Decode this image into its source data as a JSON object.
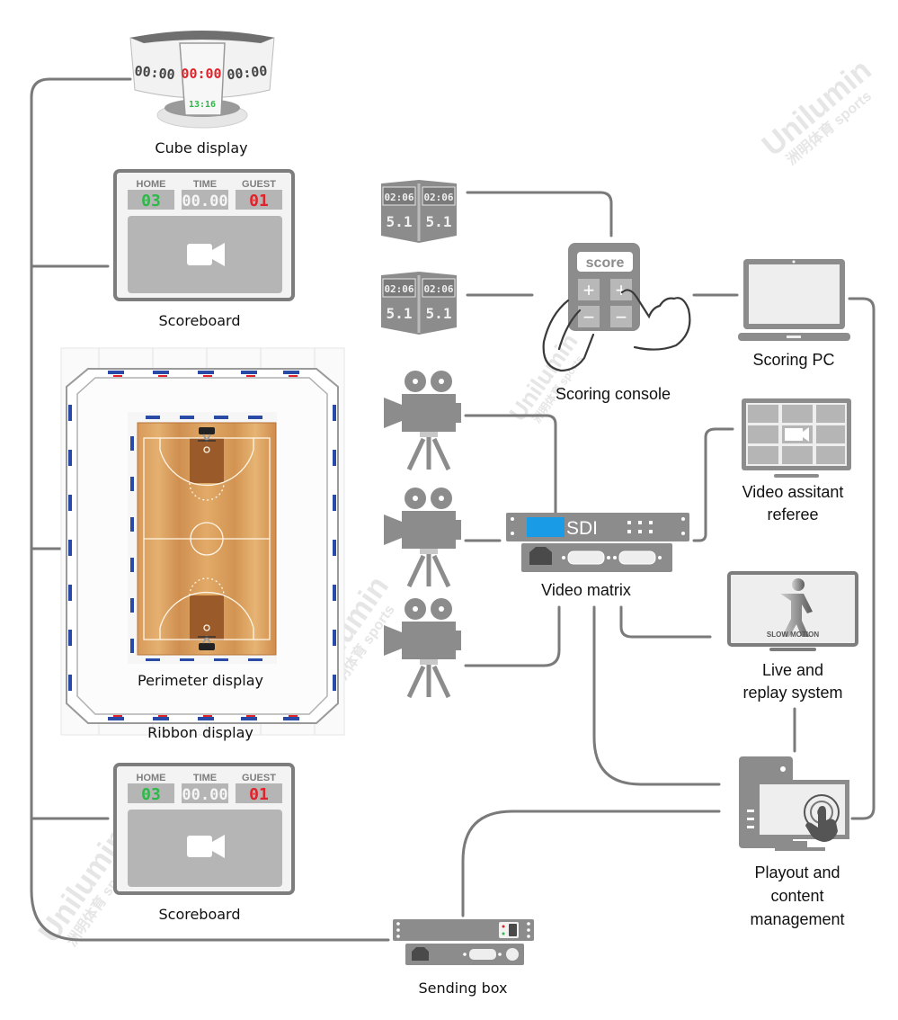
{
  "colors": {
    "line": "#7a7a7a",
    "device_gray": "#8c8c8c",
    "screen_light": "#eeeeee",
    "sdi_blue": "#1a9be6",
    "led_green": "#2fb84a",
    "led_red": "#e0232a",
    "court_wood": "#c8884a",
    "court_key": "#9a5a2a",
    "ribbon_blue": "#2a4aa8"
  },
  "watermark": {
    "brand": "Unilumin",
    "sub": "洲明体育 sports"
  },
  "nodes": {
    "cube_display": {
      "label": "Cube display",
      "left_face": "00:00",
      "center_face": "00:00",
      "right_face": "00:00",
      "clock": "13:16"
    },
    "scoreboard_top": {
      "label": "Scoreboard",
      "home_label": "HOME",
      "home_value": "03",
      "time_label": "TIME",
      "time_value": "00.00",
      "guest_label": "GUEST",
      "guest_value": "01",
      "icon": "video-camera-icon"
    },
    "scoreboard_bottom": {
      "label": "Scoreboard",
      "home_label": "HOME",
      "home_value": "03",
      "time_label": "TIME",
      "time_value": "00.00",
      "guest_label": "GUEST",
      "guest_value": "01",
      "icon": "video-camera-icon"
    },
    "shot_clock_1": {
      "time": "02:06",
      "shot": "5.1"
    },
    "shot_clock_2": {
      "time": "02:06",
      "shot": "5.1"
    },
    "scoring_console": {
      "label": "Scoring console",
      "screen_text": "score",
      "keys": [
        "+",
        "+",
        "−",
        "−"
      ]
    },
    "scoring_pc": {
      "label": "Scoring PC"
    },
    "video_assistant_referee": {
      "label_line1": "Video assitant",
      "label_line2": "referee"
    },
    "video_matrix": {
      "label": "Video matrix",
      "panel_text": "SDI"
    },
    "live_replay": {
      "label_line1": "Live and",
      "label_line2": "replay system",
      "screen_text": "SLOW MOTION"
    },
    "playout": {
      "label_line1": "Playout and",
      "label_line2": "content",
      "label_line3": "management"
    },
    "sending_box": {
      "label": "Sending box"
    },
    "perimeter_display": {
      "label": "Perimeter display"
    },
    "ribbon_display": {
      "label": "Ribbon display"
    },
    "cameras": [
      {
        "name": "camera-1"
      },
      {
        "name": "camera-2"
      },
      {
        "name": "camera-3"
      }
    ]
  }
}
